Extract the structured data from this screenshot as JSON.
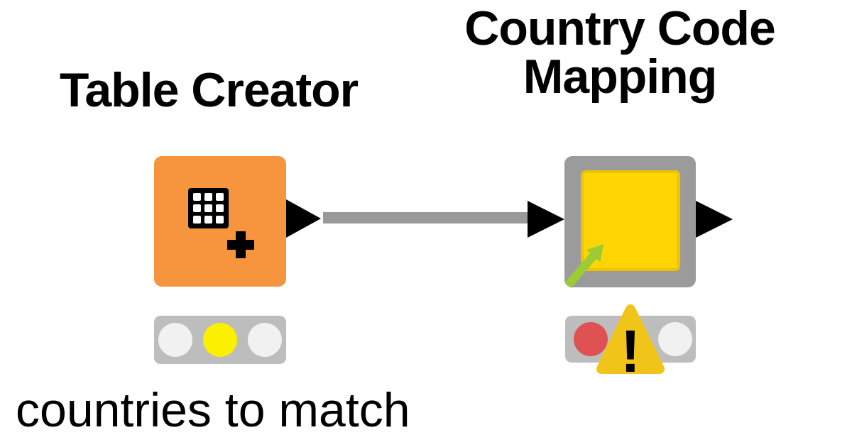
{
  "workflow": {
    "nodes": [
      {
        "label": "Table Creator",
        "icon": "table-grid-plus-icon",
        "colors": {
          "body": "#F7943E"
        },
        "status": {
          "lights": [
            "off",
            "yellow",
            "off"
          ],
          "warning": false
        },
        "ports": {
          "out": "data-output-port"
        }
      },
      {
        "label": "Country Code Mapping",
        "label_line1": "Country Code",
        "label_line2": "Mapping",
        "icon": "component-link-arrow-icon",
        "colors": {
          "frame": "#9B9B9B",
          "body": "#FFD504",
          "link_arrow": "#9CCB33"
        },
        "status": {
          "lights": [
            "red",
            "warning",
            "off"
          ],
          "warning": true,
          "warning_glyph": "!"
        },
        "ports": {
          "in": "data-input-port",
          "out": "data-output-port"
        }
      }
    ],
    "connection": {
      "from": "Table Creator",
      "to": "Country Code Mapping",
      "color": "#999999"
    },
    "annotation": {
      "text": "countries to match"
    }
  },
  "colors": {
    "background": "#FFFFFF",
    "text": "#000000",
    "port": "#000000",
    "traffic_bar": "#BDBDBD",
    "light_off": "#F1F1F1",
    "light_yellow": "#FBF000",
    "light_red": "#DF5152",
    "warning_triangle": "#F0C419"
  }
}
